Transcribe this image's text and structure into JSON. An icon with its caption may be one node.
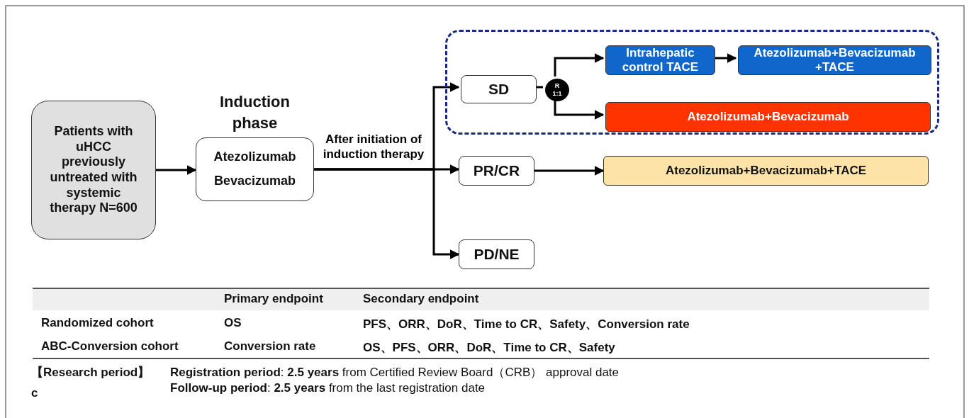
{
  "diagram": {
    "nodes": [
      {
        "text": [
          "Patients with uHCC previously untreated with systemic therapy N=600"
        ]
      },
      {
        "text": [
          "Induction phase",
          "Atezolizumab",
          "Bevacizumab"
        ]
      },
      {
        "text": [],
        "shape": "box"
      },
      {
        "text": [
          "SD"
        ],
        "in": 2
      },
      {
        "text": [
          "R 1:1"
        ],
        "in": 2
      },
      {
        "text": [
          "Intrahepatic control TACE"
        ],
        "in": 2
      },
      {
        "text": [
          "Atezolizumab+Bevacizumab +TACE"
        ],
        "in": 2
      },
      {
        "text": [
          "Atezolizumab+Bevacizumab"
        ],
        "in": 2
      },
      {
        "text": [
          "PR/CR"
        ]
      },
      {
        "text": [
          "Atezolizumab+Bevacizumab+TACE"
        ]
      },
      {
        "text": [
          "PD/NE"
        ]
      }
    ],
    "edges": [
      {
        "from": 0,
        "to": 1,
        "arrow": "to"
      },
      {
        "from": 1,
        "to": 3,
        "arrow": "to"
      },
      {
        "from": 1,
        "to": 8,
        "arrow": "to",
        "label": "After initiation of induction therapy"
      },
      {
        "from": 1,
        "to": 10,
        "arrow": "to"
      },
      {
        "from": 3,
        "to": 4,
        "arrow": "none"
      },
      {
        "from": 4,
        "to": 5,
        "arrow": "to"
      },
      {
        "from": 4,
        "to": 7,
        "arrow": "to"
      },
      {
        "from": 5,
        "to": 6,
        "arrow": "to"
      },
      {
        "from": 8,
        "to": 9,
        "arrow": "to"
      }
    ],
    "labels": [
      "Primary endpoint",
      "Secondary endpoint",
      "Randomized cohort",
      "OS",
      "PFS、ORR、DoR、Time to CR、Safety、Conversion rate",
      "ABC-Conversion cohort",
      "Conversion rate",
      "OS、PFS、ORR、DoR、Time to CR、Safety",
      "【Research period】",
      "**Registration period**: **2.5 years** from Certified Review Board（CRB） approval date",
      "**Follow-up period**: **2.5 years** from the last registration date",
      "c"
    ]
  }
}
